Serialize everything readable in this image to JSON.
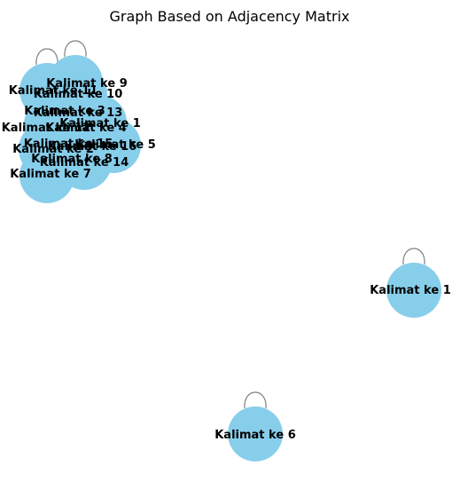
{
  "title": "Graph Based on Adjacency Matrix",
  "node_color": "#87ceeb",
  "edge_color": "#808080",
  "graph": {
    "nodes": [
      {
        "id": "n11",
        "label": "Kalimat ke 11",
        "self_loop": true
      },
      {
        "id": "n9",
        "label": "Kalimat ke 9",
        "self_loop": true
      },
      {
        "id": "n10",
        "label": "Kalimat ke 10",
        "self_loop": false
      },
      {
        "id": "n3",
        "label": "Kalimat ke 3",
        "self_loop": false
      },
      {
        "id": "n13",
        "label": "Kalimat ke 13",
        "self_loop": false
      },
      {
        "id": "n12",
        "label": "Kalimat ke 12",
        "self_loop": false
      },
      {
        "id": "n4",
        "label": "Kalimat ke 4",
        "self_loop": false
      },
      {
        "id": "n1",
        "label": "Kalimat ke 1",
        "self_loop": false
      },
      {
        "id": "n5",
        "label": "Kalimat ke 5",
        "self_loop": false
      },
      {
        "id": "n15",
        "label": "Kalimat ke 15",
        "self_loop": false
      },
      {
        "id": "n16",
        "label": "Kalimat ke 16",
        "self_loop": false
      },
      {
        "id": "n2",
        "label": "Kalimat ke 2",
        "self_loop": false
      },
      {
        "id": "n8",
        "label": "Kalimat ke 8",
        "self_loop": false
      },
      {
        "id": "n14",
        "label": "Kalimat ke 14",
        "self_loop": false
      },
      {
        "id": "n7",
        "label": "Kalimat ke 7",
        "self_loop": false
      },
      {
        "id": "n17",
        "label": "Kalimat ke 1",
        "self_loop": true
      },
      {
        "id": "n6",
        "label": "Kalimat ke 6",
        "self_loop": true
      }
    ]
  }
}
